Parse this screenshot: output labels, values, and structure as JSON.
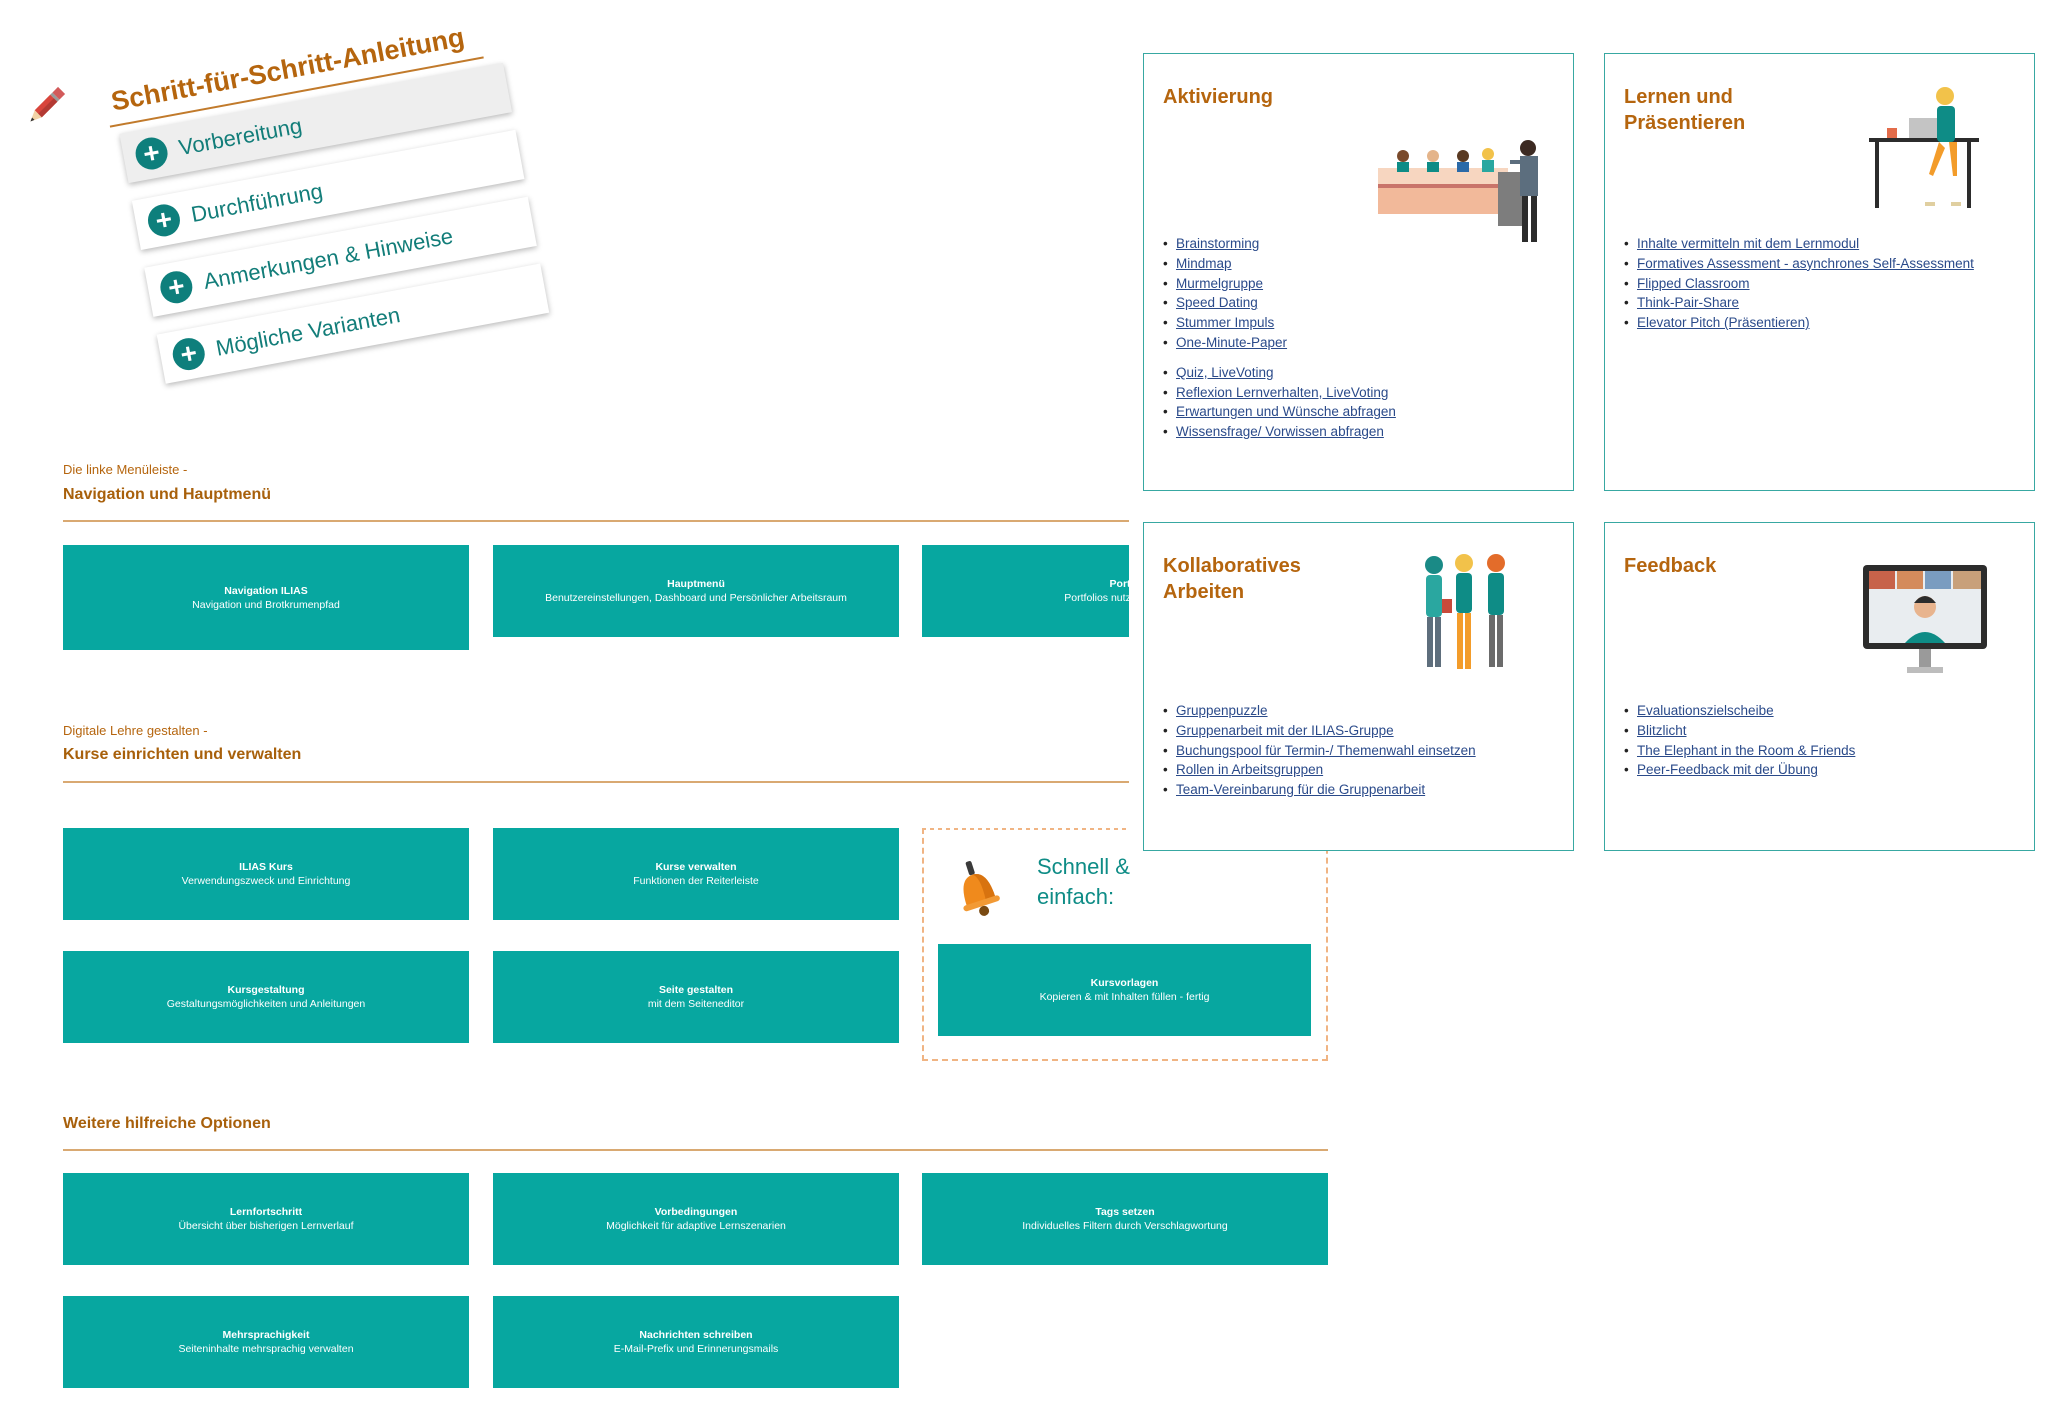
{
  "steps": {
    "title": "Schritt-für-Schritt-Anleitung",
    "items": [
      "Vorbereitung",
      "Durchführung",
      "Anmerkungen & Hinweise",
      "Mögliche Varianten"
    ]
  },
  "sections": {
    "navigation": {
      "subtitle": "Die linke Menüleiste -",
      "title": "Navigation und Hauptmenü",
      "tiles": [
        {
          "title": "Navigation ILIAS",
          "sub": "Navigation und Brotkrumenpfad"
        },
        {
          "title": "Hauptmenü",
          "sub": "Benutzereinstellungen, Dashboard und Persönlicher Arbeitsraum"
        },
        {
          "title": "Portfo",
          "sub": "Portfolios nutzen, anlegen"
        }
      ]
    },
    "courses": {
      "subtitle": "Digitale Lehre gestalten -",
      "title": "Kurse einrichten und verwalten",
      "tiles": [
        {
          "title": "ILIAS Kurs",
          "sub": "Verwendungszweck und Einrichtung"
        },
        {
          "title": "Kurse verwalten",
          "sub": "Funktionen der Reiterleiste"
        },
        {
          "title": "Kursgestaltung",
          "sub": "Gestaltungsmöglichkeiten und Anleitungen"
        },
        {
          "title": "Seite gestalten",
          "sub": "mit dem Seiteneditor"
        }
      ],
      "quick": {
        "line1": "Schnell &",
        "line2": "einfach:",
        "tile": {
          "title": "Kursvorlagen",
          "sub": "Kopieren & mit Inhalten füllen - fertig"
        }
      }
    },
    "options": {
      "title": "Weitere hilfreiche Optionen",
      "tiles": [
        {
          "title": "Lernfortschritt",
          "sub": "Übersicht über bisherigen Lernverlauf"
        },
        {
          "title": "Vorbedingungen",
          "sub": "Möglichkeit für adaptive Lernszenarien"
        },
        {
          "title": "Tags setzen",
          "sub": "Individuelles Filtern durch Verschlagwortung"
        },
        {
          "title": "Mehrsprachigkeit",
          "sub": "Seiteninhalte mehrsprachig verwalten"
        },
        {
          "title": "Nachrichten schreiben",
          "sub": "E-Mail-Prefix und Erinnerungsmails"
        }
      ]
    }
  },
  "methods": {
    "aktivierung": {
      "title": "Aktivierung",
      "links": [
        "Brainstorming",
        "Mindmap",
        "Murmelgruppe",
        "Speed Dating",
        "Stummer Impuls",
        "One-Minute-Paper",
        "Quiz, LiveVoting",
        "Reflexion Lernverhalten, LiveVoting",
        "Erwartungen und Wünsche abfragen",
        "Wissensfrage/ Vorwissen abfragen"
      ]
    },
    "lernen": {
      "title_line1": "Lernen und",
      "title_line2": "Präsentieren",
      "links": [
        "Inhalte vermitteln mit dem Lernmodul",
        "Formatives Assessment - asynchrones Self-Assessment",
        "Flipped Classroom",
        "Think-Pair-Share",
        "Elevator Pitch (Präsentieren)"
      ]
    },
    "kollaborativ": {
      "title_line1": "Kollaboratives",
      "title_line2": "Arbeiten",
      "links": [
        "Gruppenpuzzle",
        "Gruppenarbeit mit der ILIAS-Gruppe",
        "Buchungspool für Termin-/ Themenwahl einsetzen",
        "Rollen in Arbeitsgruppen",
        "Team-Vereinbarung für die Gruppenarbeit"
      ]
    },
    "feedback": {
      "title": "Feedback",
      "links": [
        "Evaluationszielscheibe",
        "Blitzlicht",
        "The Elephant in the Room & Friends",
        "Peer-Feedback mit der Übung"
      ]
    }
  },
  "colors": {
    "teal": "#07a7a0",
    "orange": "#b5650e",
    "link": "#2a4a8a"
  }
}
